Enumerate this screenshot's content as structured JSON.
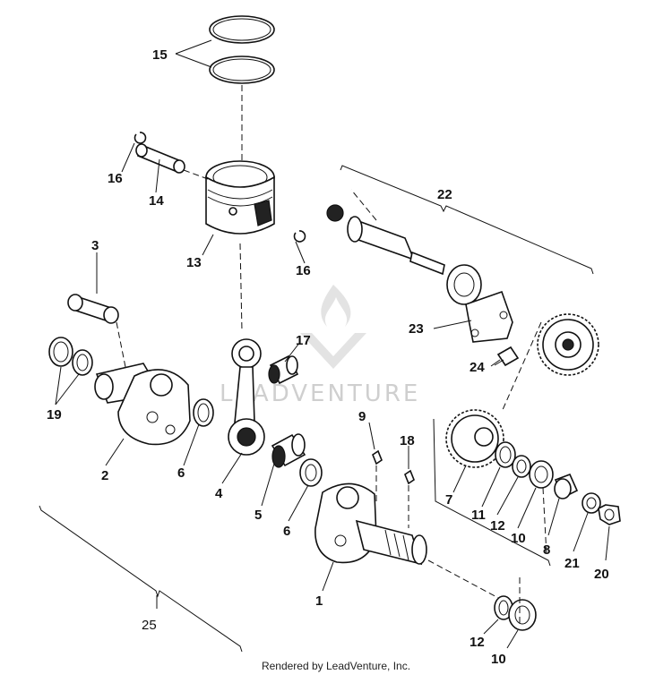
{
  "callouts": {
    "c1": "1",
    "c2": "2",
    "c3": "3",
    "c4": "4",
    "c5": "5",
    "c6a": "6",
    "c6b": "6",
    "c7": "7",
    "c8": "8",
    "c9": "9",
    "c10a": "10",
    "c10b": "10",
    "c11": "11",
    "c12a": "12",
    "c12b": "12",
    "c13": "13",
    "c14": "14",
    "c15": "15",
    "c16a": "16",
    "c16b": "16",
    "c17": "17",
    "c18": "18",
    "c19": "19",
    "c20": "20",
    "c21": "21",
    "c22": "22",
    "c23": "23",
    "c24": "24",
    "c25": "25"
  },
  "watermark": "LEADVENTURE",
  "footer": "Rendered by LeadVenture, Inc."
}
